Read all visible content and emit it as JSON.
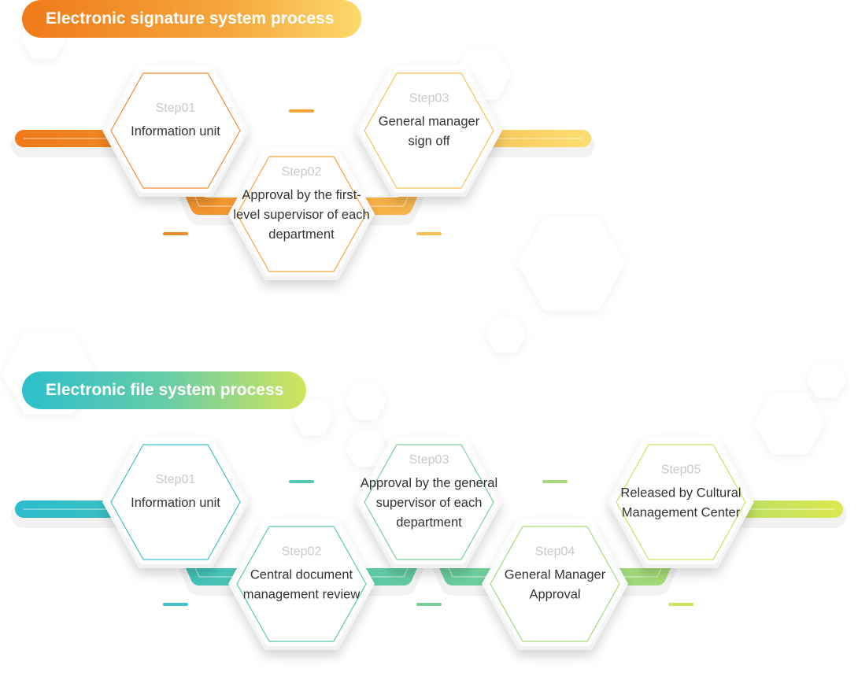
{
  "processes": [
    {
      "title": "Electronic signature system process",
      "colors": {
        "start": "#f07a18",
        "mid": "#f5a63c",
        "end": "#fcdc6e"
      },
      "steps": [
        {
          "num": "Step01",
          "lines": [
            "Information unit"
          ],
          "color": "#f08a2e"
        },
        {
          "num": "Step02",
          "lines": [
            "Approval by the first-",
            "level supervisor of each",
            "department"
          ],
          "color": "#f5a23a"
        },
        {
          "num": "Step03",
          "lines": [
            "General manager",
            "sign off"
          ],
          "color": "#f8c253"
        }
      ]
    },
    {
      "title": "Electronic file system process",
      "colors": {
        "start": "#2cbccb",
        "mid": "#6ccd9b",
        "end": "#d9e751"
      },
      "steps": [
        {
          "num": "Step01",
          "lines": [
            "Information unit"
          ],
          "color": "#3ec1c8"
        },
        {
          "num": "Step02",
          "lines": [
            "Central document",
            "management review"
          ],
          "color": "#58c6b0"
        },
        {
          "num": "Step03",
          "lines": [
            "Approval by the general",
            "supervisor of each",
            "department"
          ],
          "color": "#79cd98"
        },
        {
          "num": "Step04",
          "lines": [
            "General Manager",
            "Approval"
          ],
          "color": "#a7d97a"
        },
        {
          "num": "Step05",
          "lines": [
            "Released by Cultural",
            "Management Center"
          ],
          "color": "#cbe25e"
        }
      ]
    }
  ]
}
